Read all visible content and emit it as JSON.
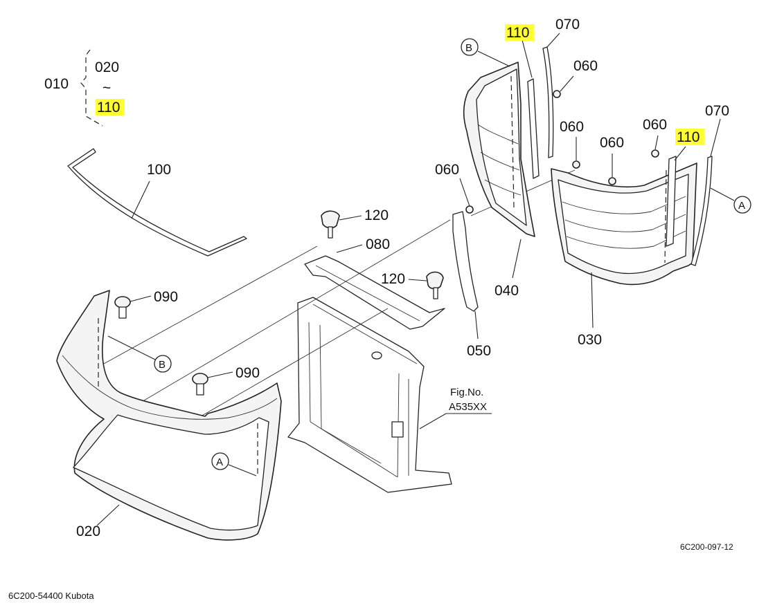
{
  "diagram": {
    "labels": {
      "set_010": "010",
      "range_start_020": "020",
      "range_tilde": "~",
      "range_end_110": "110",
      "part_100": "100",
      "part_120_a": "120",
      "part_080": "080",
      "part_120_b": "120",
      "part_090_a": "090",
      "part_090_b": "090",
      "part_020": "020",
      "part_060_a": "060",
      "part_050": "050",
      "part_040": "040",
      "part_110_a": "110",
      "part_070_a": "070",
      "part_060_b": "060",
      "part_060_c": "060",
      "part_060_d": "060",
      "part_060_e": "060",
      "part_110_b": "110",
      "part_070_b": "070",
      "part_030": "030",
      "ref_b_top": "B",
      "ref_b_mid": "B",
      "ref_a_right": "A",
      "ref_a_bottom": "A",
      "fig_no": "Fig.No.",
      "fig_ref": "A535XX",
      "drawing_code": "6C200-097-12"
    },
    "highlight_color": "#ffff33",
    "caption": "6C200-54400 Kubota"
  }
}
